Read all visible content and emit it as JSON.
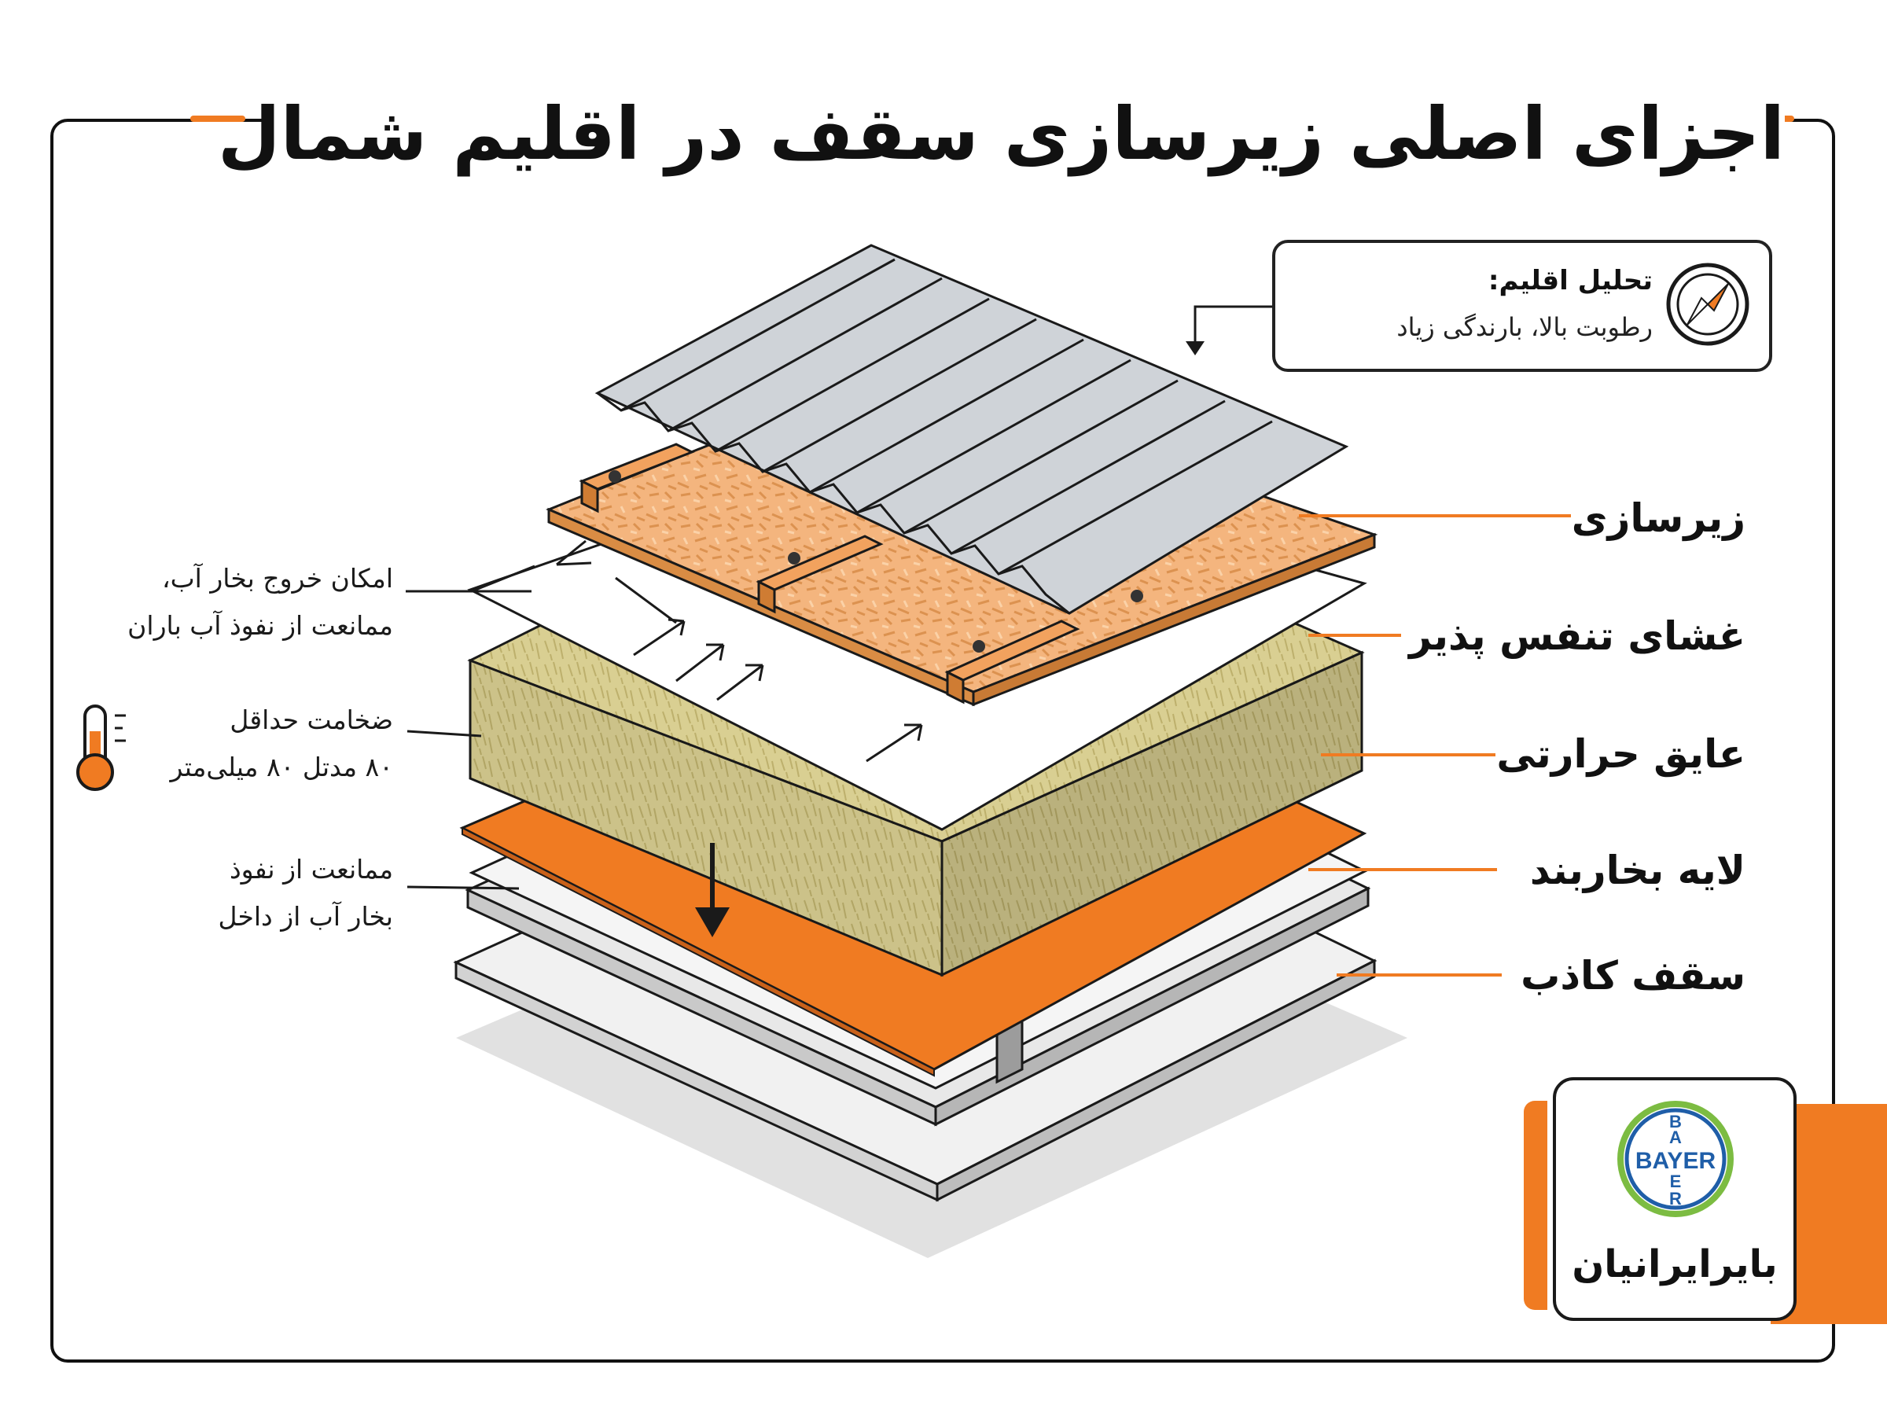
{
  "title": "اجزای اصلی زیرسازی سقف در اقلیم شمال",
  "climate": {
    "title": "تحلیل اقلیم:",
    "text": "رطوبت بالا، بارندگی زیاد",
    "icon": "compass-icon"
  },
  "layers": [
    {
      "label": "زیرسازی",
      "color": "#f7b277"
    },
    {
      "label": "غشای تنفس پذیر",
      "color": "#ffffff"
    },
    {
      "label": "عایق حرارتی",
      "color": "#d8cc8e"
    },
    {
      "label": "لایه بخاربند",
      "color": "#f07b22"
    },
    {
      "label": "سقف کاذب",
      "color": "#f2f2f2"
    }
  ],
  "notes": {
    "membrane": {
      "line1": "امکان خروج بخار آب،",
      "line2": "ممانعت از نفوذ آب باران"
    },
    "insulation": {
      "line1": "ضخامت حداقل",
      "line2": "۸۰ مدتل ۸۰ میلی‌متر",
      "icon": "thermometer-icon"
    },
    "vapor": {
      "line1": "ممانعت از نفوذ",
      "line2": "بخار آب از داخل"
    }
  },
  "logo": {
    "wordmark": "BAYER",
    "name": "بایرایرانیان"
  },
  "colors": {
    "accent": "#f07b22",
    "osb": "#f4b57e",
    "batten": "#f2a25e",
    "metal": "#c9cdd2",
    "insulation": "#d9cf92",
    "vapor": "#f07b22",
    "ceiling": "#efefef",
    "bayer_blue": "#1f5ea8",
    "bayer_green": "#7cbc42"
  }
}
